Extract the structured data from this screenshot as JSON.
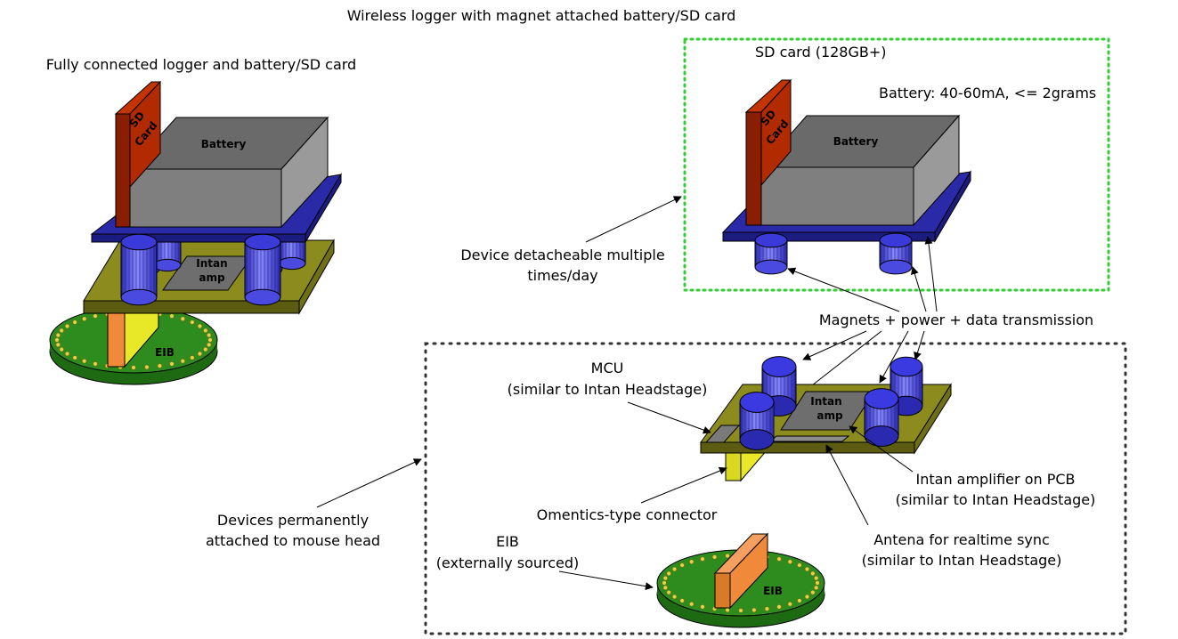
{
  "title": "Wireless logger with magnet attached battery/SD card",
  "left_title": "Fully connected logger and battery/SD card",
  "labels": {
    "sd_card_spec": "SD card (128GB+)",
    "battery_spec": "Battery: 40-60mA, <= 2grams",
    "detachable_line1": "Device detacheable multiple",
    "detachable_line2": "times/day",
    "magnets": "Magnets + power + data transmission",
    "mcu_line1": "MCU",
    "mcu_line2": "(similar to Intan Headstage)",
    "intan_amp_line1": "Intan amplifier on PCB",
    "intan_amp_line2": "(similar to Intan Headstage)",
    "omentics": "Omentics-type connector",
    "antenna_line1": "Antena for realtime sync",
    "antenna_line2": "(similar to Intan Headstage)",
    "permanent_line1": "Devices permanently",
    "permanent_line2": "attached to mouse head",
    "eib_line1": "EIB",
    "eib_line2": "(externally sourced)"
  },
  "components": {
    "battery": "Battery",
    "sd_line1": "SD",
    "sd_line2": "Card",
    "intan_line1": "Intan",
    "intan_line2": "amp",
    "eib": "EIB"
  },
  "colors": {
    "detachable_box": "#33cc33",
    "permanent_box": "#333333",
    "battery": "#7f7f7f",
    "sd_card": "#b22a00",
    "blue_plate": "#2a2aa8",
    "magnets": "#3b3bdd",
    "pcb": "#8c8c1e",
    "eib_disc": "#2e8b1e",
    "connector": "#e8e828",
    "eib_connector": "#f08a3a"
  }
}
